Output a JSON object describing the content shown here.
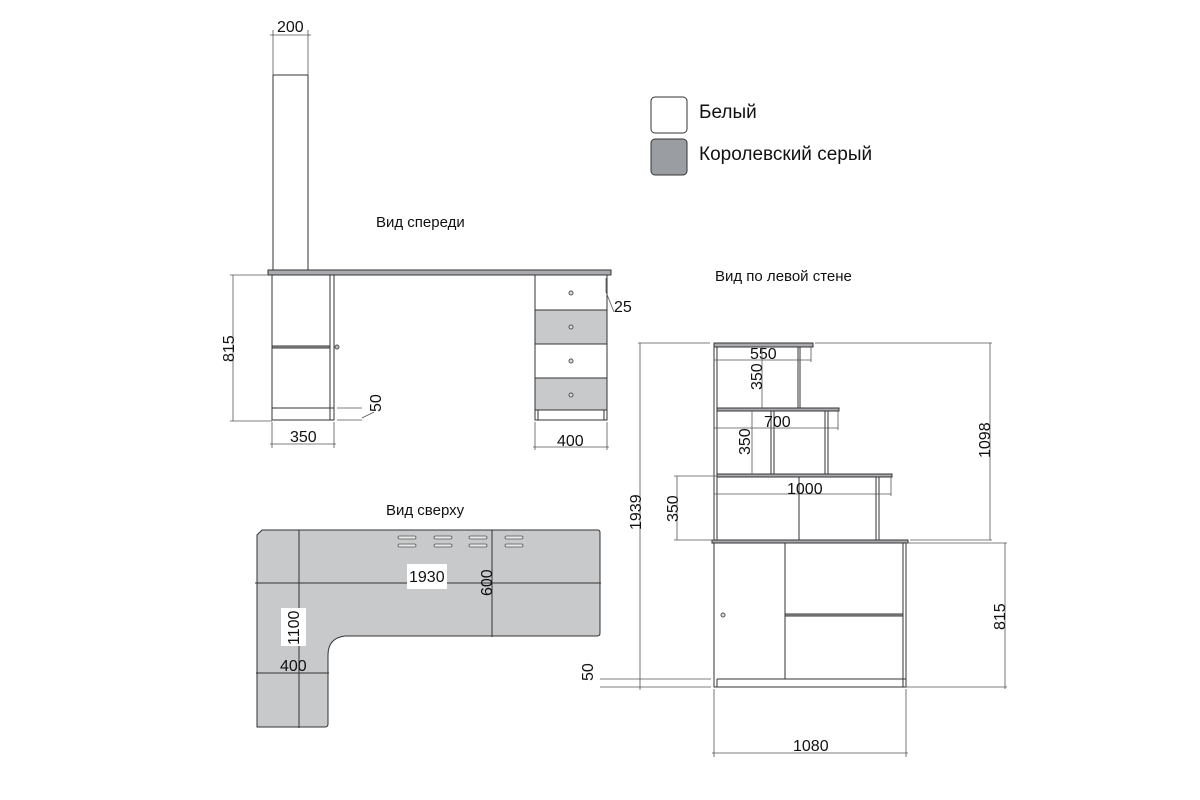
{
  "legend": {
    "items": [
      {
        "label": "Белый",
        "color": "#ffffff"
      },
      {
        "label": "Королевский серый",
        "color": "#9a9ea3"
      }
    ]
  },
  "front_view": {
    "title": "Вид спереди",
    "dims": {
      "column_width": "200",
      "height": "815",
      "plinth": "50",
      "left_width": "350",
      "right_width": "400",
      "overhang": "25"
    }
  },
  "left_wall_view": {
    "title": "Вид по левой стене",
    "dims": {
      "shelf_top": "550",
      "shelf_mid": "700",
      "shelf_low": "1000",
      "gap_top": "350",
      "gap_mid": "350",
      "gap_low": "350",
      "total_height": "1939",
      "shelf_height": "1098",
      "base_height": "815",
      "plinth": "50",
      "width": "1080"
    }
  },
  "top_view": {
    "title": "Вид сверху",
    "dims": {
      "length": "1930",
      "depth": "600",
      "side_length": "1100",
      "side_width": "400"
    }
  }
}
